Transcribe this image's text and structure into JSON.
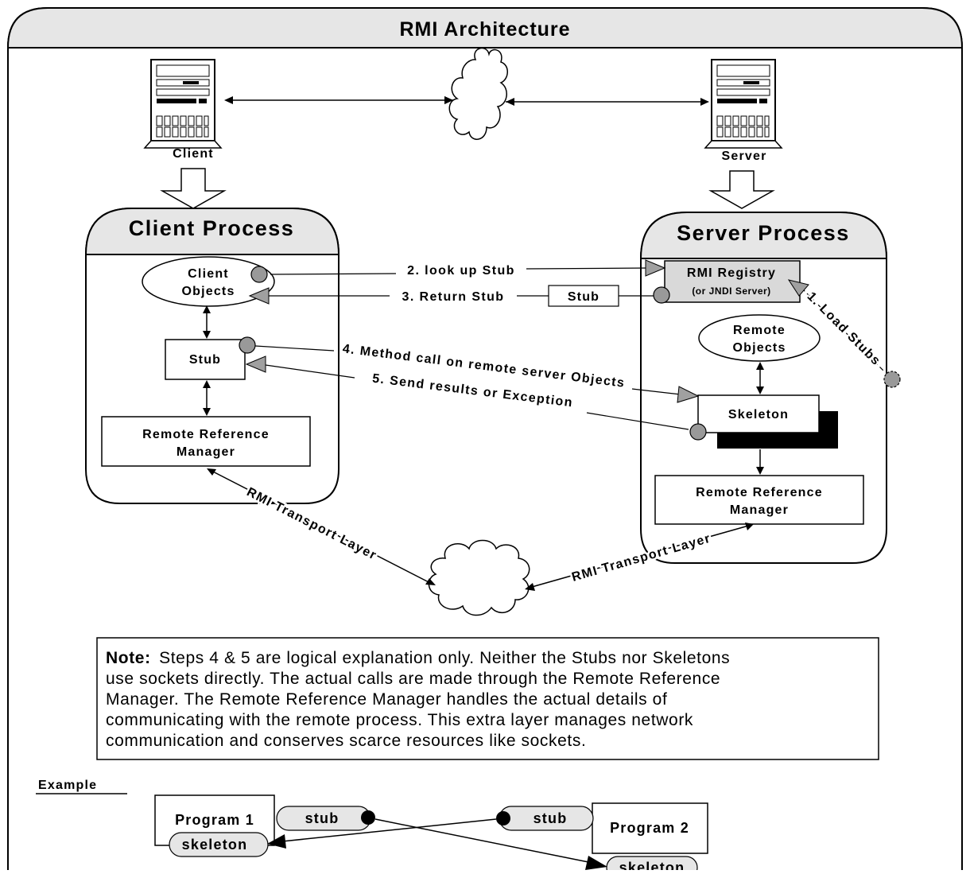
{
  "title": "RMI Architecture",
  "machines": {
    "client": "Client",
    "server": "Server"
  },
  "client_process": {
    "heading": "Client Process",
    "objects_line1": "Client",
    "objects_line2": "Objects",
    "stub": "Stub",
    "rrm_line1": "Remote Reference",
    "rrm_line2": "Manager"
  },
  "server_process": {
    "heading": "Server Process",
    "registry_line1": "RMI Registry",
    "registry_line2": "(or JNDI Server)",
    "objects_line1": "Remote",
    "objects_line2": "Objects",
    "skeleton": "Skeleton",
    "rrm_line1": "Remote Reference",
    "rrm_line2": "Manager"
  },
  "steps": {
    "step1": "1. Load Stubs",
    "step2": "2. look up Stub",
    "step3": "3. Return Stub",
    "step3_box": "Stub",
    "step4": "4. Method call on remote server Objects",
    "step5": "5. Send results or Exception"
  },
  "transport": {
    "left": "RMI Transport Layer",
    "right": "RMI Transport Layer"
  },
  "note": {
    "label": "Note:",
    "line1": "Steps 4 & 5  are  logical explanation only. Neither the Stubs nor Skeletons",
    "line2": "use sockets directly. The actual calls are made  through the Remote Reference",
    "line3": "Manager.  The  Remote Reference Manager handles the actual details of",
    "line4": "communicating with the remote process. This extra layer manages network",
    "line5": "communication and conserves scarce resources like sockets."
  },
  "example": {
    "heading": "Example",
    "program1": "Program 1",
    "program2": "Program 2",
    "stub1": "stub",
    "stub2": "stub",
    "skeleton1": "skeleton",
    "skeleton2": "skeleton"
  },
  "colors": {
    "header_fill": "#e6e6e6",
    "registry_fill": "#d9d9d9",
    "connector_fill": "#999999",
    "shadow": "#000000",
    "line": "#000000"
  }
}
